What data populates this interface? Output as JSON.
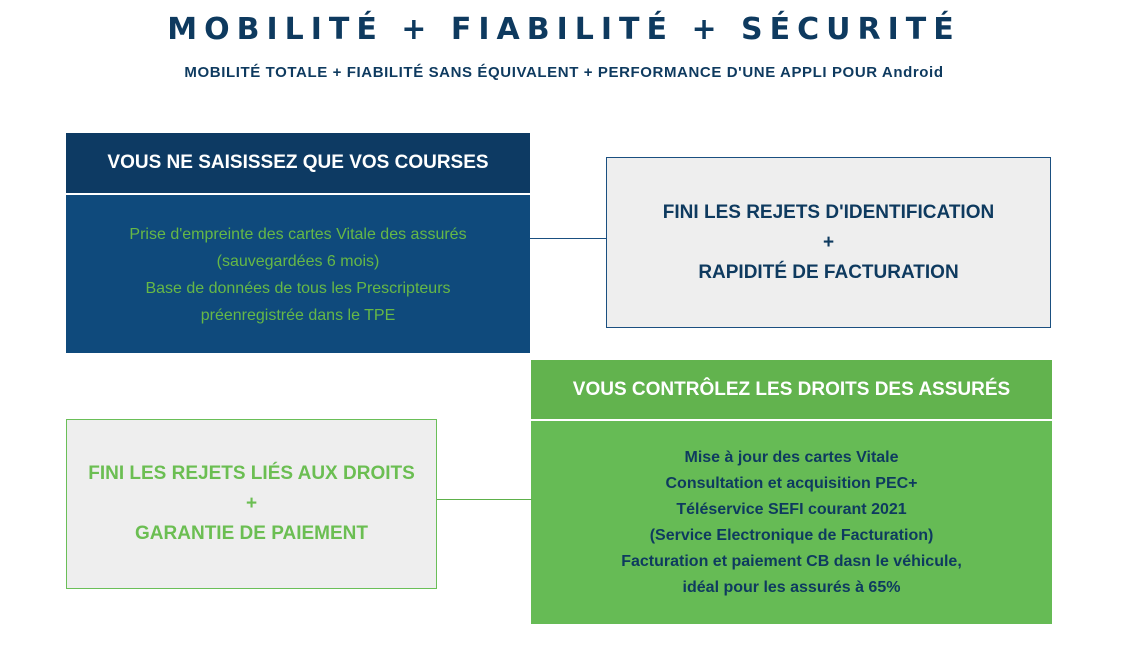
{
  "header": {
    "title": "MOBILITÉ + FIABILITÉ + SÉCURITÉ",
    "subtitle": "MOBILITÉ TOTALE + FIABILITÉ SANS ÉQUIVALENT + PERFORMANCE D'UNE APPLI POUR Android"
  },
  "top_left": {
    "heading": "VOUS NE SAISISSEZ QUE VOS COURSES",
    "lines": [
      "Prise d'empreinte des cartes Vitale des assurés",
      "(sauvegardées 6 mois)",
      "Base de données de tous les Prescripteurs",
      "préenregistrée dans le TPE"
    ]
  },
  "top_right": {
    "lines": [
      "FINI LES REJETS D'IDENTIFICATION",
      "+",
      "RAPIDITÉ DE FACTURATION"
    ]
  },
  "bottom_left": {
    "lines": [
      "FINI LES REJETS LIÉS AUX DROITS",
      "+",
      "GARANTIE DE PAIEMENT"
    ]
  },
  "bottom_right": {
    "heading": "VOUS CONTRÔLEZ LES DROITS DES ASSURÉS",
    "lines": [
      "Mise à jour des cartes Vitale",
      "Consultation et acquisition PEC+",
      "Téléservice SEFI courant 2021",
      "(Service Electronique de Facturation)",
      "Facturation et paiement CB dasn le véhicule,",
      "idéal pour les assurés à 65%"
    ]
  },
  "colors": {
    "navy": "#0e3a5f",
    "dark_blue": "#0d3a63",
    "green": "#62b34e",
    "light_grey": "#eeeeee"
  }
}
